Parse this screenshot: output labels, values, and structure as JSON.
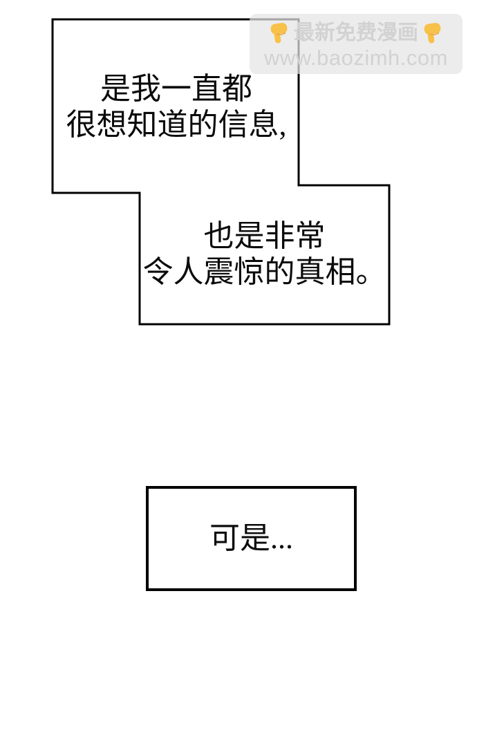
{
  "page": {
    "background_color": "#ffffff"
  },
  "watermark": {
    "line1": "最新免费漫画",
    "line2": "www.baozimh.com",
    "box_color": "rgba(229,229,229,0.72)",
    "text_color": "#d2d2d2",
    "hand_icon_color": "#F7C14A"
  },
  "bubbles": {
    "bubble1": {
      "line1": "是我一直都",
      "line2": "很想知道的信息,"
    },
    "bubble2": {
      "line1": "也是非常",
      "line2": "令人震惊的真相。"
    },
    "bubble3": {
      "line1": "可是..."
    }
  },
  "colors": {
    "bubble_fill": "#ffffff",
    "bubble_border": "#000000",
    "speech_text_color": "#0b0b0b"
  }
}
